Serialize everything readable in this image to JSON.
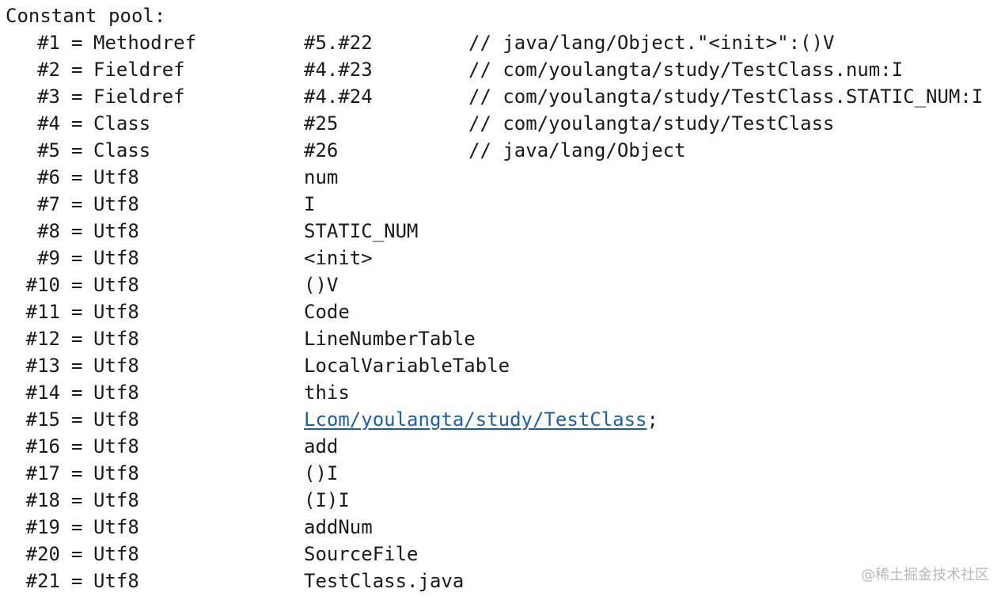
{
  "header": "Constant pool:",
  "entries": [
    {
      "index": "#1",
      "type": "Methodref",
      "value": "#5.#22",
      "comment": "// java/lang/Object.\"<init>\":()V"
    },
    {
      "index": "#2",
      "type": "Fieldref",
      "value": "#4.#23",
      "comment": "// com/youlangta/study/TestClass.num:I"
    },
    {
      "index": "#3",
      "type": "Fieldref",
      "value": "#4.#24",
      "comment": "// com/youlangta/study/TestClass.STATIC_NUM:I"
    },
    {
      "index": "#4",
      "type": "Class",
      "value": "#25",
      "comment": "// com/youlangta/study/TestClass"
    },
    {
      "index": "#5",
      "type": "Class",
      "value": "#26",
      "comment": "// java/lang/Object"
    },
    {
      "index": "#6",
      "type": "Utf8",
      "value": "num"
    },
    {
      "index": "#7",
      "type": "Utf8",
      "value": "I"
    },
    {
      "index": "#8",
      "type": "Utf8",
      "value": "STATIC_NUM"
    },
    {
      "index": "#9",
      "type": "Utf8",
      "value": "<init>"
    },
    {
      "index": "#10",
      "type": "Utf8",
      "value": "()V"
    },
    {
      "index": "#11",
      "type": "Utf8",
      "value": "Code"
    },
    {
      "index": "#12",
      "type": "Utf8",
      "value": "LineNumberTable"
    },
    {
      "index": "#13",
      "type": "Utf8",
      "value": "LocalVariableTable"
    },
    {
      "index": "#14",
      "type": "Utf8",
      "value": "this"
    },
    {
      "index": "#15",
      "type": "Utf8",
      "value_link": "Lcom/youlangta/study/TestClass",
      "value_suffix": ";"
    },
    {
      "index": "#16",
      "type": "Utf8",
      "value": "add"
    },
    {
      "index": "#17",
      "type": "Utf8",
      "value": "()I"
    },
    {
      "index": "#18",
      "type": "Utf8",
      "value": "(I)I"
    },
    {
      "index": "#19",
      "type": "Utf8",
      "value": "addNum"
    },
    {
      "index": "#20",
      "type": "Utf8",
      "value": "SourceFile"
    },
    {
      "index": "#21",
      "type": "Utf8",
      "value": "TestClass.java"
    }
  ],
  "equals_sign": "=",
  "watermark": "@稀土掘金技术社区",
  "colors": {
    "text": "#1a1a1a",
    "link": "#1c5fb0",
    "watermark": "#b8b8b8"
  }
}
